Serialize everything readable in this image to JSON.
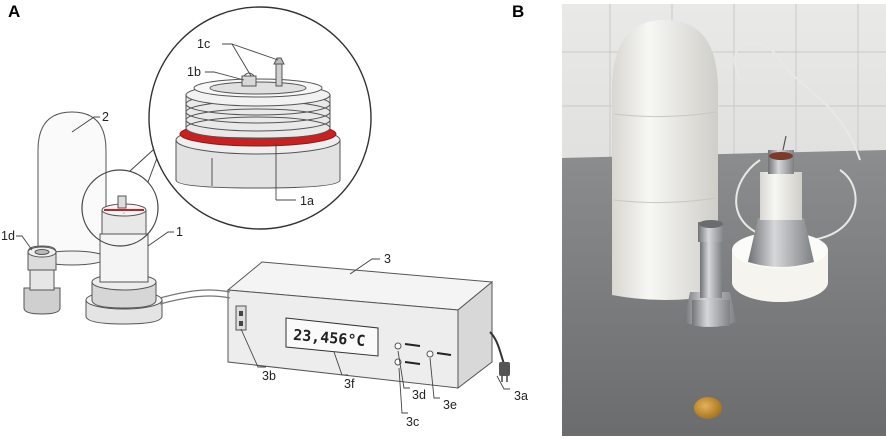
{
  "panels": {
    "a": "A",
    "b": "B"
  },
  "labels": {
    "l1": "1",
    "l1a": "1a",
    "l1b": "1b",
    "l1c": "1c",
    "l1d": "1d",
    "l2": "2",
    "l3": "3",
    "l3a": "3a",
    "l3b": "3b",
    "l3c": "3c",
    "l3d": "3d",
    "l3e": "3e",
    "l3f": "3f"
  },
  "display": {
    "temperature": "23,456°C"
  },
  "colors": {
    "seal": "#cc1f1f",
    "coin": "#c8922e",
    "teflon": "#efefe9",
    "steel": "#b9bcbf"
  }
}
